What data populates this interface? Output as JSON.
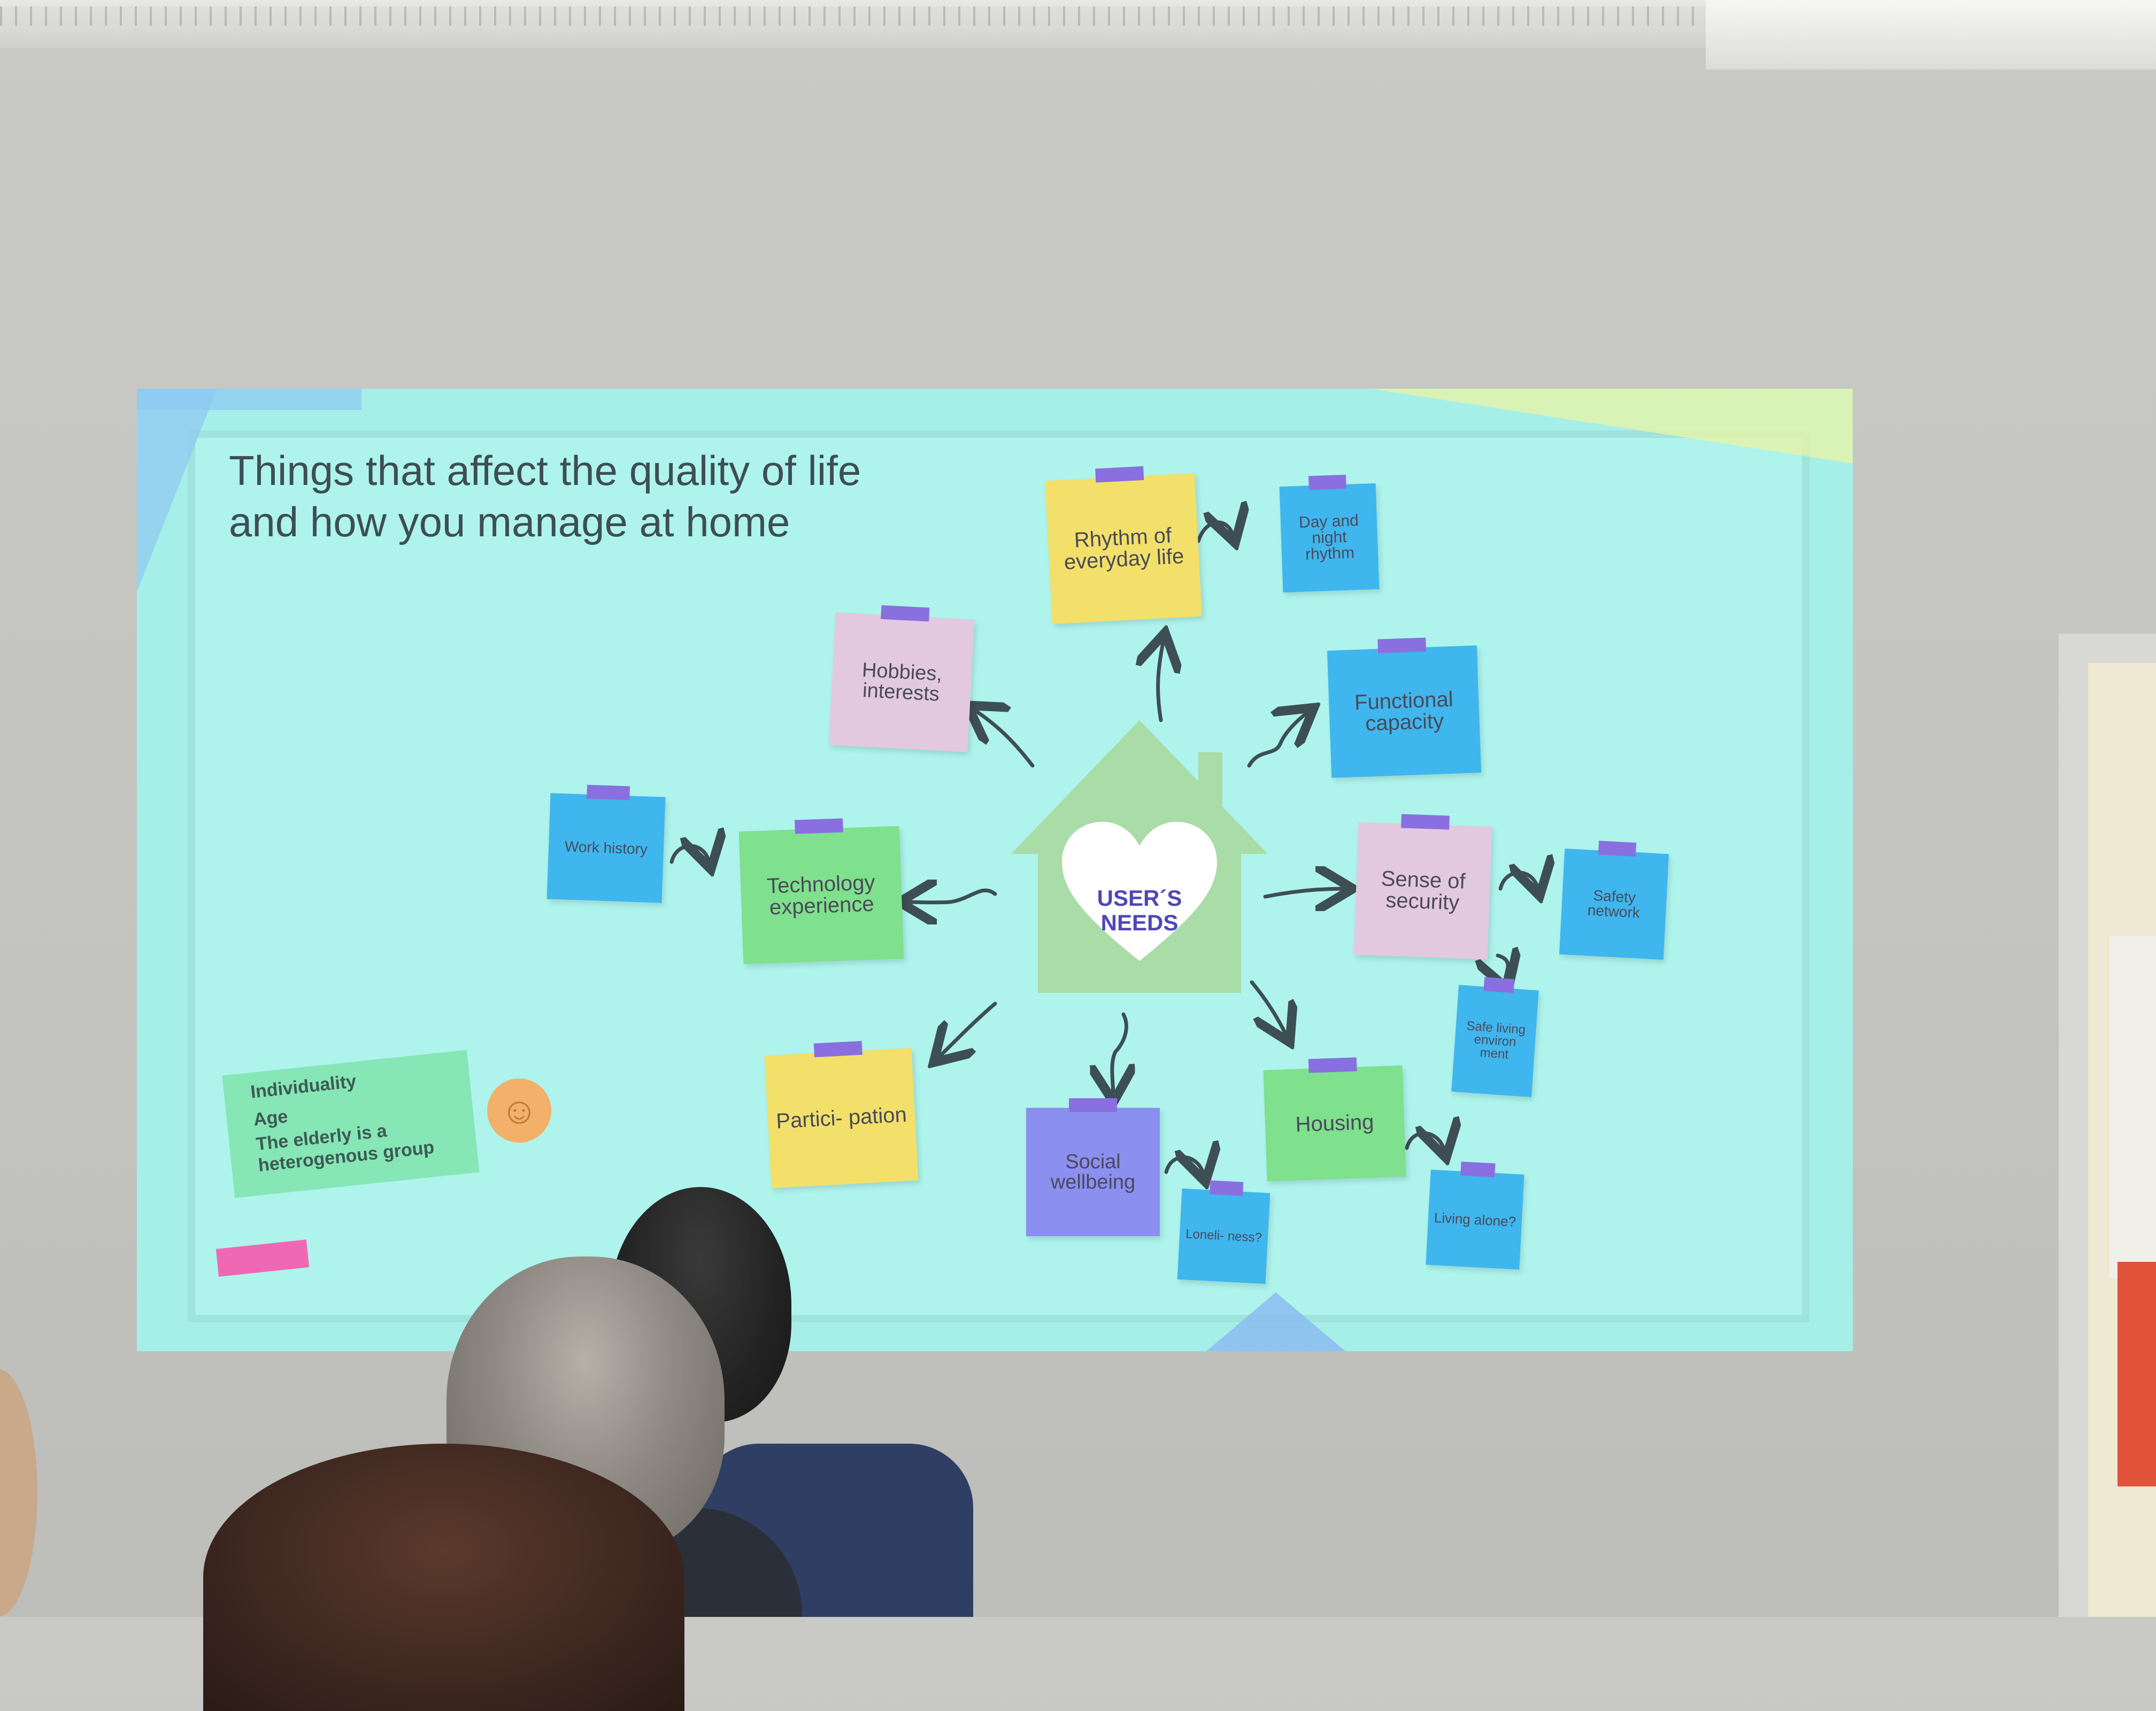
{
  "slide": {
    "title": "Things that affect the quality of life\nand how you manage at home",
    "center": "USER´S\nNEEDS",
    "notes": {
      "rhythm": "Rhythm of everyday life",
      "day_night": "Day and night rhythm",
      "hobbies": "Hobbies, interests",
      "functional": "Functional capacity",
      "work": "Work history",
      "technology": "Technology experience",
      "security": "Sense of security",
      "safety": "Safety network",
      "safe_env": "Safe living environ ment",
      "participation": "Partici- pation",
      "social": "Social wellbeing",
      "loneliness": "Loneli- ness?",
      "housing": "Housing",
      "living_alone": "Living alone?"
    },
    "individuality": {
      "line1": "Individuality",
      "line2": "Age",
      "line3": "The elderly is a heterogenous group"
    },
    "colors": {
      "background": "#aef4ec",
      "yellow": "#f3e06a",
      "blue": "#3fb6ee",
      "pink": "#e3c9e0",
      "green": "#7fe08d",
      "purple": "#8b8ff0",
      "house": "#a9dca6",
      "heart_text": "#4f46b8"
    }
  }
}
